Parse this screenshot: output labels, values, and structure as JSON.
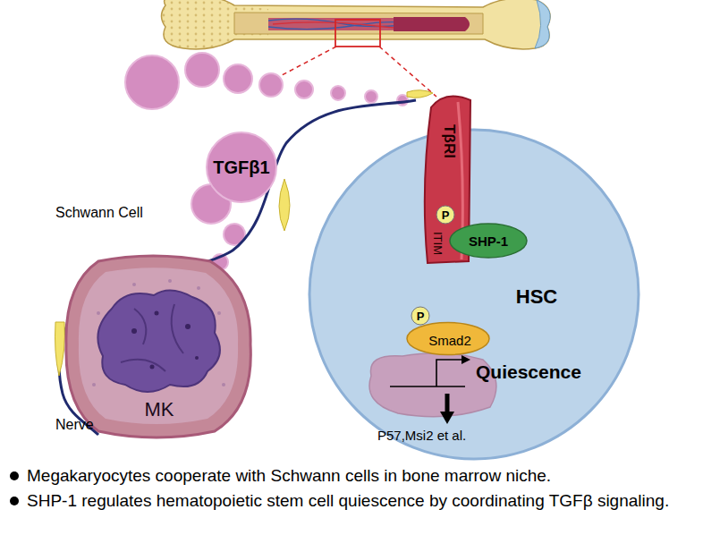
{
  "diagram": {
    "nodes": [
      {
        "text": [
          "TGFβ1"
        ]
      },
      {
        "text": [
          "MK"
        ]
      },
      {
        "text": [
          "HSC"
        ]
      },
      {
        "text": [
          "TβRI",
          "ITIM"
        ],
        "in": 2
      },
      {
        "text": [
          "P"
        ],
        "in": 3
      },
      {
        "text": [
          "SHP-1"
        ],
        "in": 2
      },
      {
        "text": [
          "Smad2"
        ],
        "in": 2
      },
      {
        "text": [
          "P"
        ],
        "in": 6
      }
    ],
    "edges": [
      {
        "from": 3,
        "to": 6,
        "arrow": "to"
      }
    ],
    "labels": [
      "Schwann Cell",
      "Nerve",
      "Quiescence",
      "P57,Msi2 et al.",
      "Megakaryocytes cooperate with Schwann cells in bone marrow niche.",
      "SHP-1 regulates hematopoietic stem cell quiescence by coordinating TGFβ signaling."
    ]
  }
}
